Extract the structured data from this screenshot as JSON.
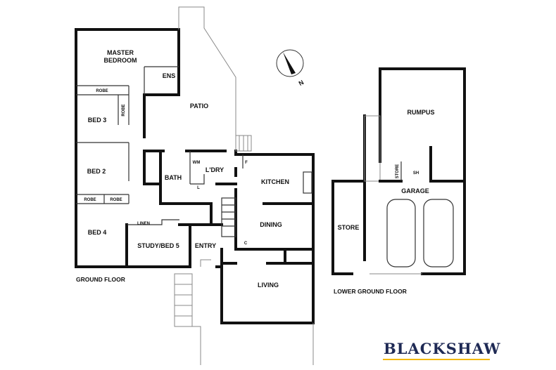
{
  "ground_floor": {
    "caption": "GROUND FLOOR",
    "rooms": {
      "master_bedroom_line1": "MASTER",
      "master_bedroom_line2": "BEDROOM",
      "ens": "ENS",
      "robe_master": "ROBE",
      "robe_bed3": "ROBE",
      "bed3": "BED 3",
      "patio": "PATIO",
      "bed2": "BED 2",
      "robe_bed2": "ROBE",
      "robe_bed4": "ROBE",
      "bath": "BATH",
      "wm": "WM",
      "laundry": "L'DRY",
      "l": "L",
      "f": "F",
      "kitchen": "KITCHEN",
      "linen": "LINEN",
      "bed4": "BED 4",
      "study": "STUDY/BED 5",
      "entry": "ENTRY",
      "dining": "DINING",
      "c": "C",
      "living": "LIVING"
    }
  },
  "lower_ground_floor": {
    "caption": "LOWER GROUND FLOOR",
    "rooms": {
      "rumpus": "RUMPUS",
      "store_small": "STORE",
      "sh": "SH",
      "garage": "GARAGE",
      "store": "STORE"
    }
  },
  "compass": {
    "label": "N"
  },
  "brand": {
    "name": "BLACKSHAW",
    "color": "#1f2a55",
    "accent": "#f2b705"
  }
}
